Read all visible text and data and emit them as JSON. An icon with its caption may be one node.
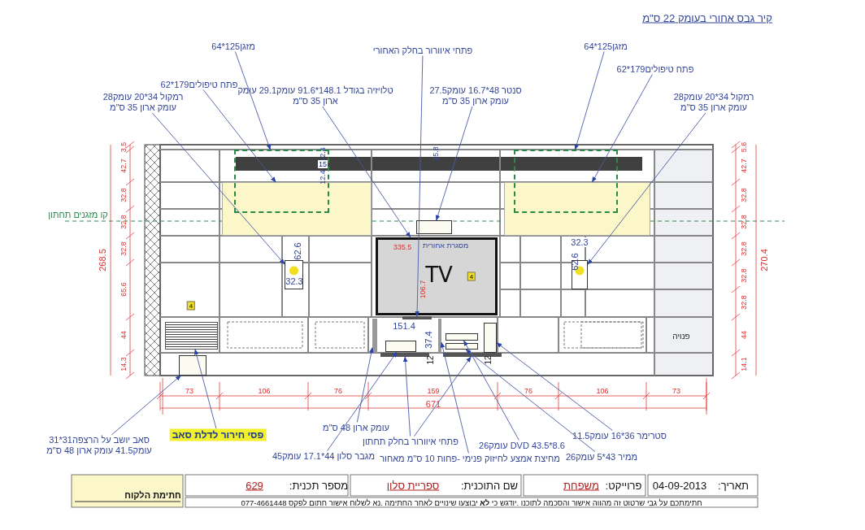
{
  "diagram": {
    "title": "קיר גבס אחורי בעומק 22 ס\"מ",
    "nodes": [
      {
        "text": [
          "מזגן125*64"
        ]
      },
      {
        "text": [
          "פתח טיפולים179*62"
        ]
      },
      {
        "text": [
          "רמקול 34*20 עומק28 עומק ארון 35 ס\"מ"
        ]
      },
      {
        "text": [
          "טלויזיה בגודל 148.1*91.6 עומק29.1 עומק ארון 35 ס\"מ"
        ]
      },
      {
        "text": [
          "פתחי איוורור בחלק האחורי"
        ]
      },
      {
        "text": [
          "סנטר 48*16.7 עומק27.5 עומק ארון 35 ס\"מ"
        ]
      },
      {
        "text": [
          "מזגן125*64"
        ]
      },
      {
        "text": [
          "פתח טיפולים179*62"
        ]
      },
      {
        "text": [
          "רמקול 34*20 עומק28 עומק ארון 35 ס\"מ"
        ]
      },
      {
        "text": [
          "סאב יושב על הרצפה31*31 עומק41.5 עומק ארון 48 ס\"מ"
        ]
      },
      {
        "text": [
          "פסי חירור לדלת סאב"
        ]
      },
      {
        "text": [
          "עומק ארון 48 ס\"מ"
        ]
      },
      {
        "text": [
          "מגבר סלון 44*17.1 עומק45"
        ]
      },
      {
        "text": [
          "פתחי איוורור בחלק תחתון"
        ]
      },
      {
        "text": [
          "מחיצת אמצע לחיזוק פנימי -פחות 10 ס\"מ מאחור"
        ]
      },
      {
        "text": [
          "DVD 43.5*8.6 עומק26"
        ]
      },
      {
        "text": [
          "ממיר 43*5 עומק26"
        ]
      },
      {
        "text": [
          "סטרימר 36*16 עומק11.5"
        ]
      },
      {
        "text": [],
        "shape": "box"
      },
      {
        "text": [],
        "shape": "box"
      },
      {
        "text": [],
        "shape": "box"
      },
      {
        "text": [],
        "shape": "box"
      },
      {
        "text": [],
        "shape": "box"
      },
      {
        "text": [],
        "shape": "box"
      },
      {
        "text": [],
        "shape": "box"
      },
      {
        "text": [],
        "shape": "box"
      },
      {
        "text": [],
        "shape": "box"
      },
      {
        "text": [],
        "shape": "box"
      },
      {
        "text": [],
        "shape": "box"
      },
      {
        "text": [],
        "shape": "box"
      },
      {
        "text": [],
        "shape": "box"
      },
      {
        "text": [],
        "shape": "box"
      },
      {
        "text": [],
        "shape": "box"
      },
      {
        "text": [],
        "shape": "box"
      },
      {
        "text": [],
        "shape": "box"
      },
      {
        "text": [],
        "shape": "box"
      },
      {
        "text": [],
        "shape": "box"
      }
    ],
    "edges": [
      {
        "from": 0,
        "to": 19,
        "arrow": "to"
      },
      {
        "from": 1,
        "to": 18,
        "arrow": "to"
      },
      {
        "from": 2,
        "to": 20,
        "arrow": "to"
      },
      {
        "from": 3,
        "to": 21,
        "arrow": "to"
      },
      {
        "from": 4,
        "to": 22,
        "arrow": "to"
      },
      {
        "from": 5,
        "to": 23,
        "arrow": "to"
      },
      {
        "from": 6,
        "to": 24,
        "arrow": "to"
      },
      {
        "from": 7,
        "to": 25,
        "arrow": "to"
      },
      {
        "from": 8,
        "to": 26,
        "arrow": "to"
      },
      {
        "from": 9,
        "to": 27,
        "arrow": "to"
      },
      {
        "from": 10,
        "to": 28,
        "arrow": "to"
      },
      {
        "from": 11,
        "to": 29,
        "arrow": "to"
      },
      {
        "from": 12,
        "to": 30,
        "arrow": "to"
      },
      {
        "from": 13,
        "to": 31,
        "arrow": "to"
      },
      {
        "from": 13,
        "to": 32,
        "arrow": "to"
      },
      {
        "from": 14,
        "to": 33,
        "arrow": "to"
      },
      {
        "from": 15,
        "to": 34,
        "arrow": "to"
      },
      {
        "from": 16,
        "to": 35,
        "arrow": "to"
      },
      {
        "from": 17,
        "to": 36,
        "arrow": "to"
      }
    ],
    "labels": [
      "קו מזגנים תחתון",
      "3.5",
      "42.7",
      "32.8",
      "32.8",
      "32.8",
      "65.6",
      "44",
      "14.3",
      "268.5",
      "5.6",
      "42.7",
      "32.8",
      "32.8",
      "32.8",
      "32.8",
      "32.8",
      "44",
      "14.1",
      "270.4",
      "12.4",
      "15",
      "12.4",
      "25.8",
      "335.5",
      "מסגרת אחורית",
      "106.7",
      "TV",
      "4",
      "4",
      "62.6",
      "32.3",
      "32.3",
      "62.6",
      "151.4",
      "37.4",
      "12",
      "12",
      "פנויה",
      "73",
      "106",
      "76",
      "159",
      "76",
      "106",
      "73",
      "671",
      "תאריך:",
      "04-09-2013",
      "פרוייקט:",
      "משפחת",
      "שם התוכנית:",
      "ספריית סלון",
      "מספר תכנית:",
      "629",
      "חתימת הלקוח",
      "חתימתכם על גבי שרטוט זה מהווה אישור והסכמה לתוכנו .יודגש כי **לא** יבוצעו שינויים לאחר החתימה .נא לשלוח אישור חתום לפקס 077-4661448"
    ]
  }
}
